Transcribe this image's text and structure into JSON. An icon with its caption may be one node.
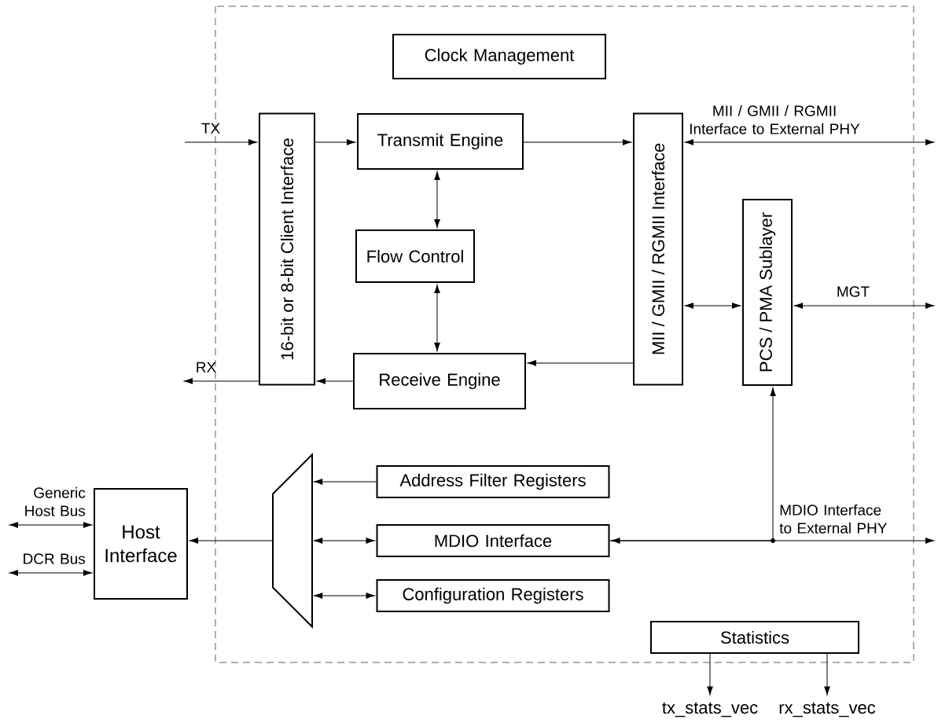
{
  "diagram": {
    "nodes": [
      {
        "text": [
          "Clock Management"
        ]
      },
      {
        "text": [
          "16-bit or 8-bit Client Interface"
        ]
      },
      {
        "text": [
          "Transmit Engine"
        ]
      },
      {
        "text": [
          "Flow Control"
        ]
      },
      {
        "text": [
          "Receive Engine"
        ]
      },
      {
        "text": [
          "MII / GMII / RGMII Interface"
        ]
      },
      {
        "text": [
          "PCS / PMA Sublayer"
        ]
      },
      {
        "text": [],
        "shape": "trapezoid"
      },
      {
        "text": [
          "Address Filter Registers"
        ]
      },
      {
        "text": [
          "MDIO Interface"
        ]
      },
      {
        "text": [
          "Configuration Registers"
        ]
      },
      {
        "text": [
          "Host Interface"
        ]
      },
      {
        "text": [
          "Statistics"
        ]
      },
      {
        "text": [
          "tx_stats_vec"
        ]
      },
      {
        "text": [
          "rx_stats_vec"
        ]
      }
    ],
    "edges": [
      {
        "from": null,
        "to": 1,
        "arrow": "to",
        "label": "TX"
      },
      {
        "from": 1,
        "to": null,
        "arrow": "to",
        "label": "RX"
      },
      {
        "from": 1,
        "to": 2,
        "arrow": "to"
      },
      {
        "from": 2,
        "to": 5,
        "arrow": "to"
      },
      {
        "from": 2,
        "to": 3,
        "arrow": "both"
      },
      {
        "from": 3,
        "to": 4,
        "arrow": "both"
      },
      {
        "from": 5,
        "to": 4,
        "arrow": "to"
      },
      {
        "from": 4,
        "to": 1,
        "arrow": "to"
      },
      {
        "from": 5,
        "to": null,
        "arrow": "both",
        "label": "MII / GMII / RGMII Interface to External PHY"
      },
      {
        "from": 5,
        "to": 6,
        "arrow": "both"
      },
      {
        "from": 6,
        "to": null,
        "arrow": "both",
        "label": "MGT"
      },
      {
        "from": 8,
        "to": 7,
        "arrow": "to"
      },
      {
        "from": 7,
        "to": 9,
        "arrow": "both"
      },
      {
        "from": 7,
        "to": 10,
        "arrow": "both"
      },
      {
        "from": 7,
        "to": 11,
        "arrow": "to"
      },
      {
        "from": null,
        "to": 11,
        "arrow": "both",
        "label": "Generic Host Bus"
      },
      {
        "from": null,
        "to": 11,
        "arrow": "both",
        "label": "DCR Bus"
      },
      {
        "from": 9,
        "to": null,
        "arrow": "both",
        "label": "MDIO Interface to External PHY"
      },
      {
        "from": 9,
        "to": 6,
        "arrow": "to"
      },
      {
        "from": 12,
        "to": 13,
        "arrow": "to"
      },
      {
        "from": 12,
        "to": 14,
        "arrow": "to"
      }
    ]
  }
}
